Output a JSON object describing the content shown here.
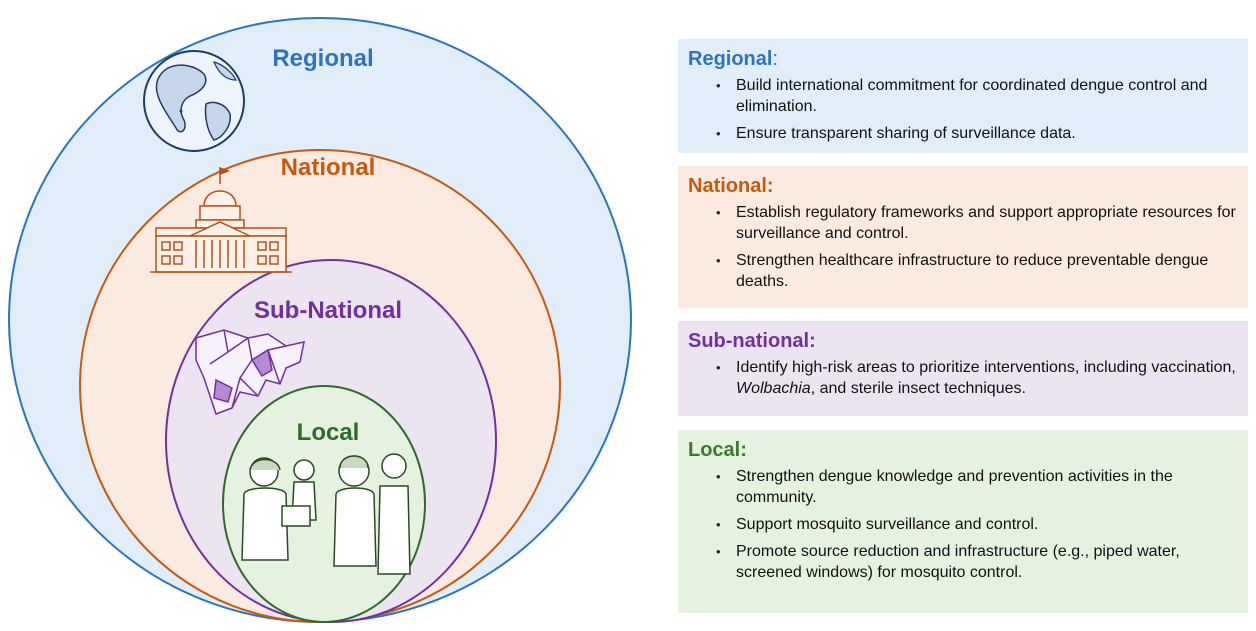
{
  "circles": {
    "regional": {
      "label": "Regional",
      "color": "#2d74be",
      "fill": "#e1eef9",
      "icon": "globe-icon"
    },
    "national": {
      "label": "National",
      "color": "#c55a11",
      "fill": "#fbeadf",
      "icon": "capitol-building-icon"
    },
    "subnational": {
      "label": "Sub-National",
      "color": "#7030a0",
      "fill": "#ece4f1",
      "icon": "map-regions-icon"
    },
    "local": {
      "label": "Local",
      "color": "#2f6b2a",
      "fill": "#e5f2df",
      "icon": "community-people-icon"
    }
  },
  "panels": {
    "regional": {
      "title": "Regional",
      "colon": ":",
      "bullets": [
        "Build international commitment for coordinated dengue control and elimination.",
        "Ensure transparent sharing of surveillance data."
      ]
    },
    "national": {
      "title": "National:",
      "bullets": [
        "Establish regulatory frameworks and support appropriate resources for surveillance and control.",
        "Strengthen healthcare infrastructure to reduce preventable dengue deaths."
      ]
    },
    "subnational": {
      "title": "Sub-national:",
      "bullet_before": "Identify high-risk areas to prioritize interventions, including vaccination, ",
      "bullet_italic": "Wolbachia",
      "bullet_after": ", and sterile insect techniques."
    },
    "local": {
      "title": "Local:",
      "bullets": [
        "Strengthen dengue knowledge and prevention activities in the community.",
        "Support mosquito surveillance and control.",
        "Promote source reduction and infrastructure (e.g., piped water, screened windows) for mosquito control."
      ]
    }
  }
}
